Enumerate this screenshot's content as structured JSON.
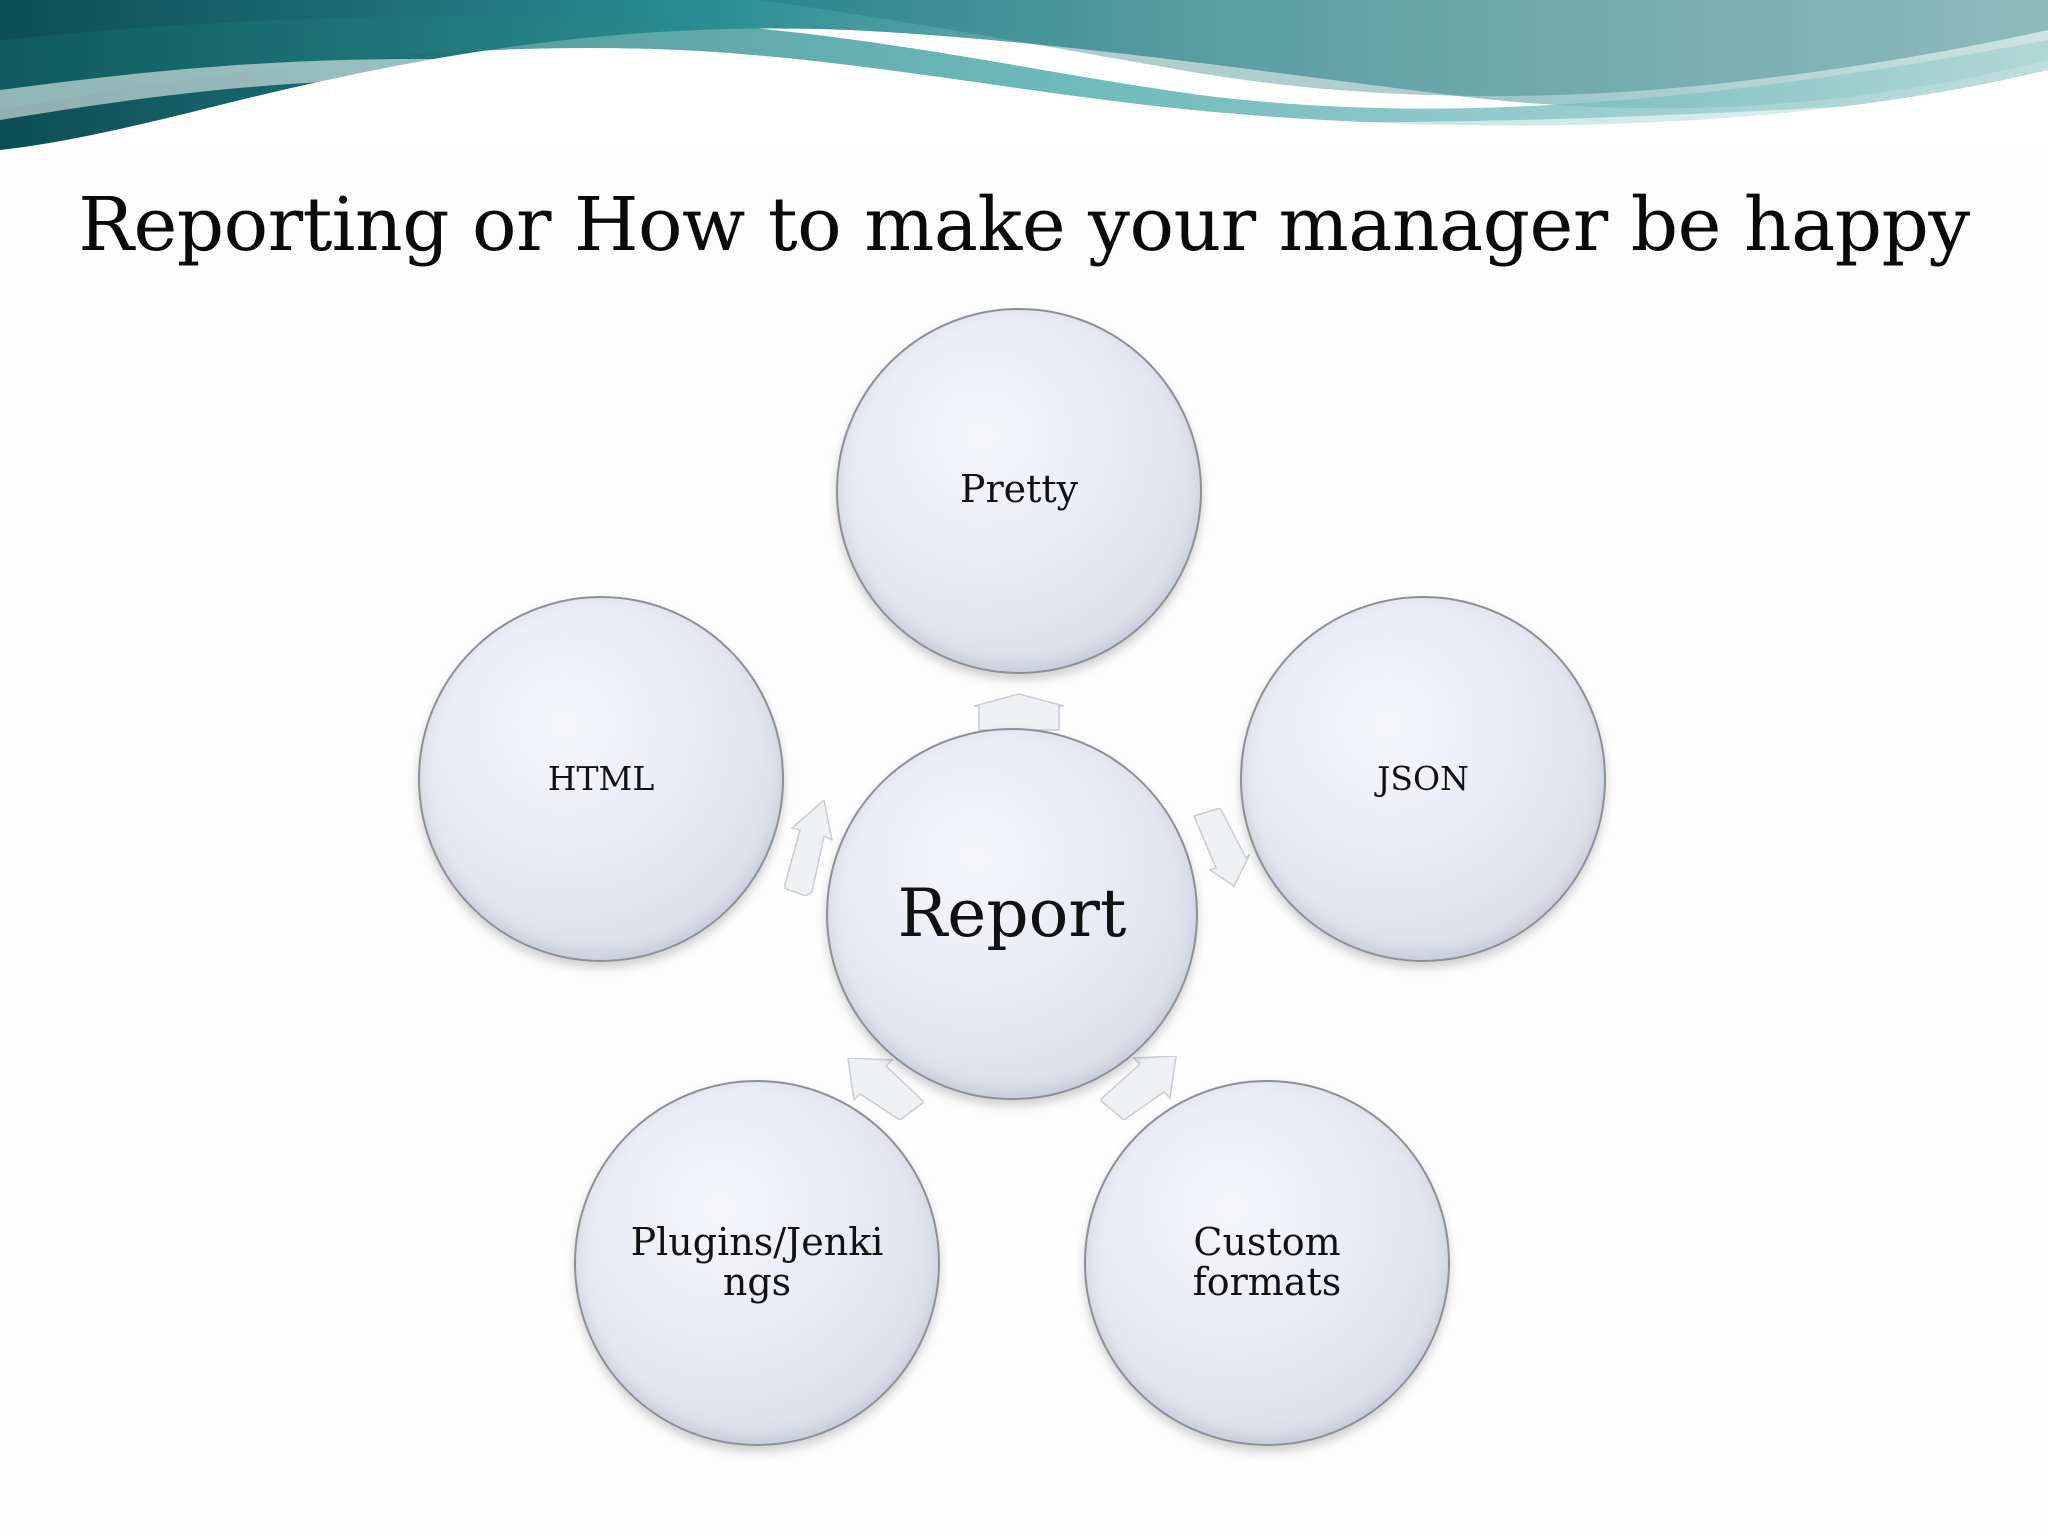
{
  "slide": {
    "title": "Reporting or How to make your manager be happy"
  },
  "diagram": {
    "center": {
      "label": "Report"
    },
    "outer": [
      {
        "label": "Pretty"
      },
      {
        "label": "JSON"
      },
      {
        "label": "Custom formats"
      },
      {
        "label": "Plugins/Jenki ngs"
      },
      {
        "label": "HTML"
      }
    ]
  },
  "colors": {
    "node_fill": "#e4e7f0",
    "node_border": "#8d8f97",
    "banner_teal": "#1e7c82",
    "arrow_fill": "#eef0f4"
  }
}
